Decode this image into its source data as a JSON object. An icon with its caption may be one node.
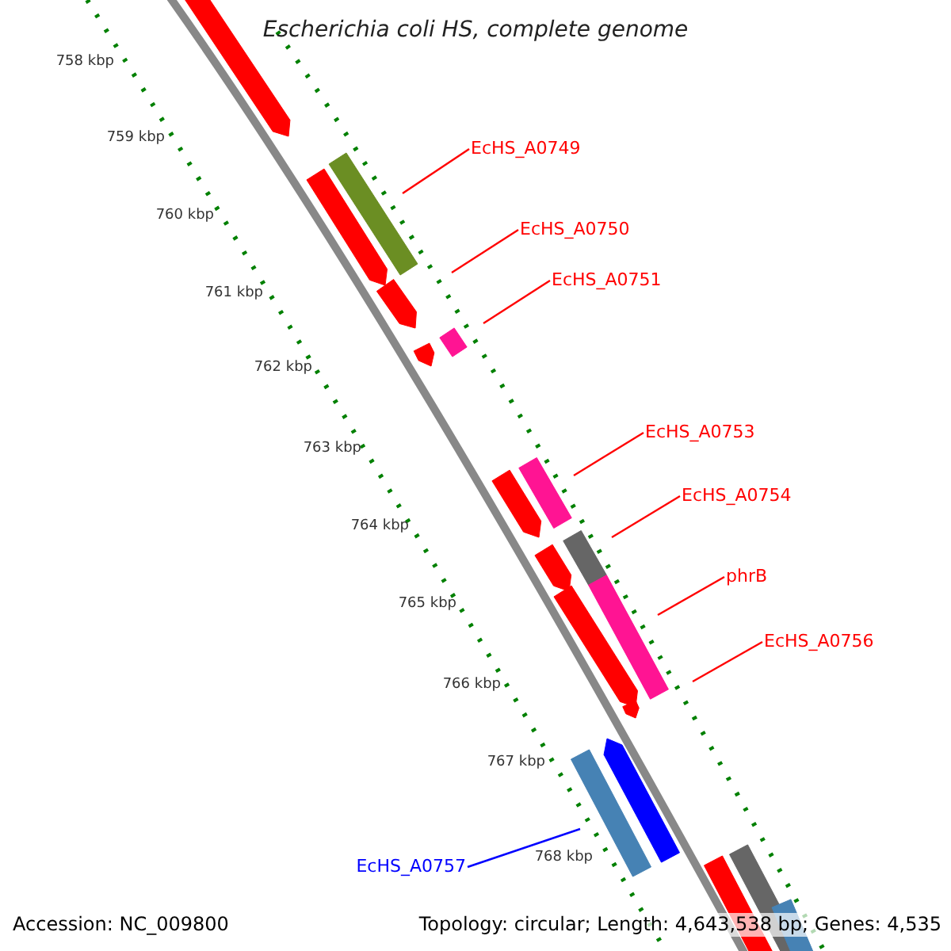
{
  "diagram": {
    "title": "Escherichia coli HS, complete genome",
    "nodes": [
      {
        "text": [
          "EcHS_A0749"
        ]
      },
      {
        "text": [
          "EcHS_A0750"
        ]
      },
      {
        "text": [
          "EcHS_A0751"
        ]
      },
      {
        "text": [
          "EcHS_A0753"
        ]
      },
      {
        "text": [
          "EcHS_A0754"
        ]
      },
      {
        "text": [
          "phrB"
        ]
      },
      {
        "text": [
          "EcHS_A0756"
        ]
      },
      {
        "text": [
          "EcHS_A0757"
        ]
      }
    ],
    "edges": [
      {
        "from": 0,
        "to": null,
        "arrow": "none"
      },
      {
        "from": 1,
        "to": null,
        "arrow": "none"
      },
      {
        "from": 2,
        "to": null,
        "arrow": "none"
      },
      {
        "from": 3,
        "to": null,
        "arrow": "none"
      },
      {
        "from": 4,
        "to": null,
        "arrow": "none"
      },
      {
        "from": 5,
        "to": null,
        "arrow": "none"
      },
      {
        "from": 6,
        "to": null,
        "arrow": "none"
      },
      {
        "from": 7,
        "to": null,
        "arrow": "none",
        "color": "#0000ff"
      }
    ],
    "labels": [
      "758 kbp",
      "759 kbp",
      "760 kbp",
      "761 kbp",
      "762 kbp",
      "763 kbp",
      "764 kbp",
      "765 kbp",
      "766 kbp",
      "767 kbp",
      "768 kbp",
      "Accession: NC_009800",
      "Topology: circular; Length: 4,643,538 bp; Genes: 4,535"
    ]
  }
}
